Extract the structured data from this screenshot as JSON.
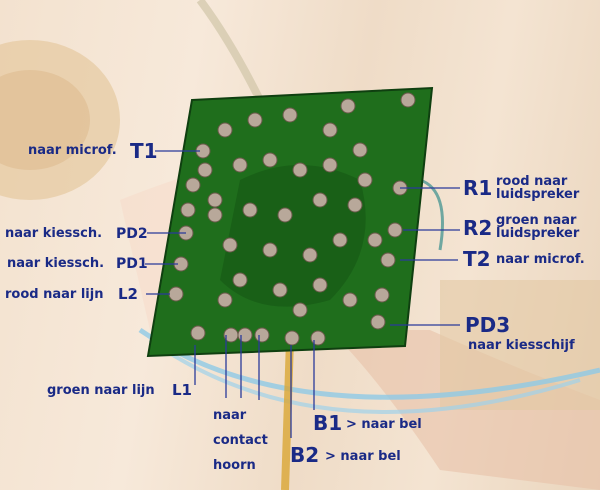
{
  "labels": {
    "t1": {
      "code": "T1",
      "text": "naar microf."
    },
    "pd2": {
      "code": "PD2",
      "text": "naar kiessch."
    },
    "pd1": {
      "code": "PD1",
      "text": "naar kiessch."
    },
    "l2": {
      "code": "L2",
      "text": "rood naar lijn"
    },
    "r1": {
      "code": "R1",
      "line1": "rood naar",
      "line2": "luidspreker"
    },
    "r2": {
      "code": "R2",
      "line1": "groen naar",
      "line2": "luidspreker"
    },
    "t2": {
      "code": "T2",
      "text": "naar microf."
    },
    "pd3": {
      "code": "PD3",
      "text": "naar kiesschijf"
    },
    "l1": {
      "code": "L1",
      "text": "groen naar lijn"
    },
    "hoorn": {
      "line1": "naar",
      "line2": "contact",
      "line3": "hoorn"
    },
    "b1": {
      "code": "B1",
      "text": "> naar bel"
    },
    "b2": {
      "code": "B2",
      "text": "> naar bel"
    }
  },
  "colors": {
    "label": "#1a2a86",
    "pcb": "#1f6e1c",
    "solder": "#b8a89a"
  }
}
